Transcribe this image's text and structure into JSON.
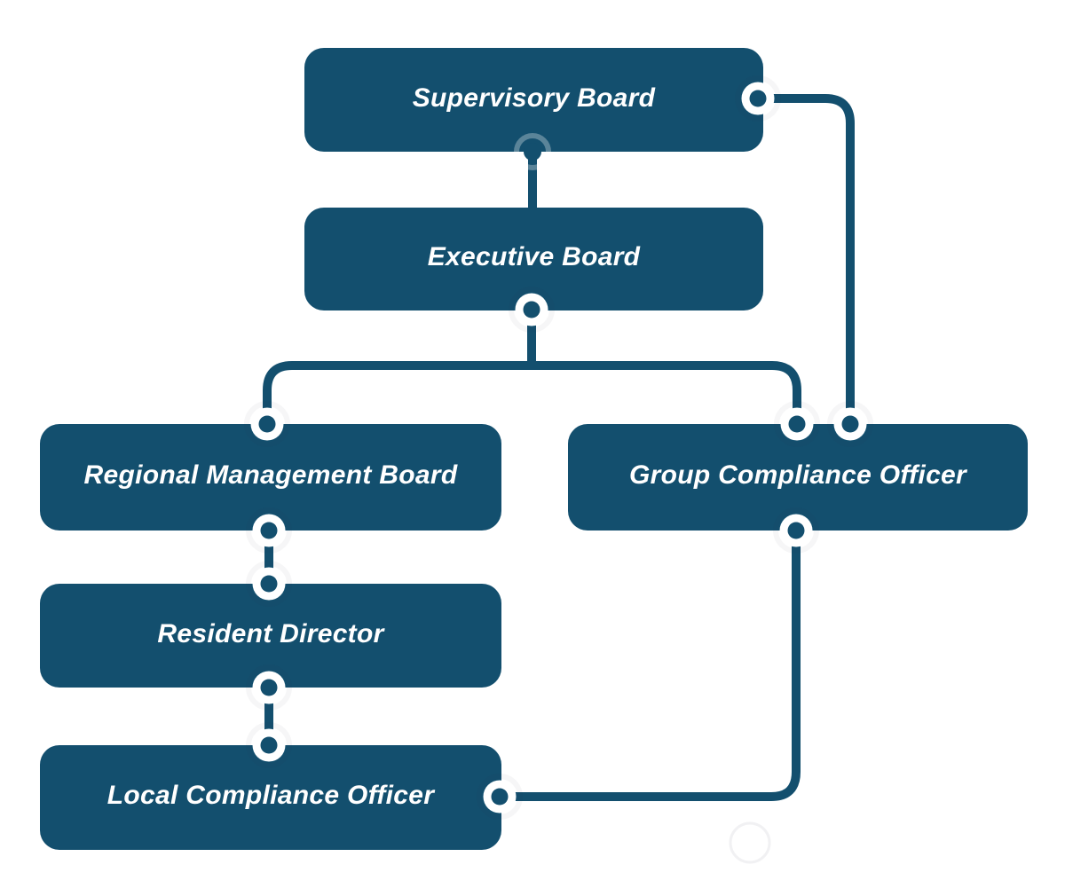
{
  "page": {
    "background": "#FFFFFF"
  },
  "diagram": {
    "type": "org-chart",
    "colors": {
      "box_fill": "#134F6E",
      "box_text": "#FFFFFF",
      "connector": "#134F6E",
      "node_dot": "#134F6E",
      "node_ring": "#FFFFFF"
    },
    "nodes": [
      {
        "id": "supervisory-board",
        "label": "Supervisory Board"
      },
      {
        "id": "executive-board",
        "label": "Executive Board"
      },
      {
        "id": "regional-management-board",
        "label": "Regional Management Board"
      },
      {
        "id": "group-compliance-officer",
        "label": "Group Compliance Officer"
      },
      {
        "id": "resident-director",
        "label": "Resident Director"
      },
      {
        "id": "local-compliance-officer",
        "label": "Local Compliance Officer"
      }
    ],
    "edges": [
      {
        "from": "supervisory-board",
        "to": "executive-board"
      },
      {
        "from": "supervisory-board",
        "to": "group-compliance-officer"
      },
      {
        "from": "executive-board",
        "to": "regional-management-board"
      },
      {
        "from": "executive-board",
        "to": "group-compliance-officer"
      },
      {
        "from": "regional-management-board",
        "to": "resident-director"
      },
      {
        "from": "resident-director",
        "to": "local-compliance-officer"
      },
      {
        "from": "group-compliance-officer",
        "to": "local-compliance-officer"
      }
    ]
  }
}
